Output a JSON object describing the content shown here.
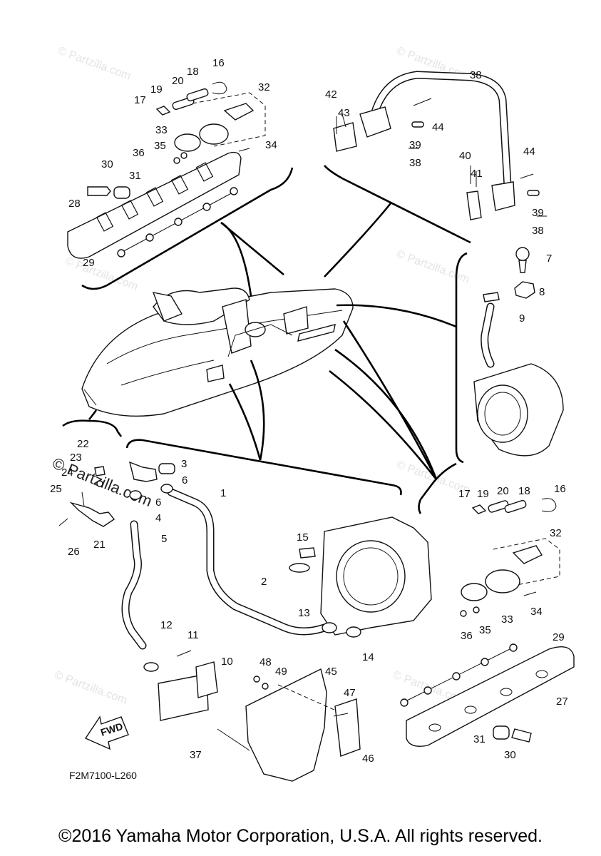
{
  "watermark": "© Partzilla.com",
  "fwd_label": "FWD",
  "diagram_code": "F2M7100-L260",
  "copyright": "©2016 Yamaha Motor Corporation, U.S.A. All rights reserved.",
  "callouts": {
    "c1": "1",
    "c2": "2",
    "c3": "3",
    "c4": "4",
    "c5": "5",
    "c6a": "6",
    "c6b": "6",
    "c7": "7",
    "c8": "8",
    "c9": "9",
    "c10": "10",
    "c11": "11",
    "c12": "12",
    "c13": "13",
    "c14": "14",
    "c15": "15",
    "c16a": "16",
    "c16b": "16",
    "c17a": "17",
    "c17b": "17",
    "c18a": "18",
    "c18b": "18",
    "c19a": "19",
    "c19b": "19",
    "c20a": "20",
    "c20b": "20",
    "c21": "21",
    "c22": "22",
    "c23": "23",
    "c24": "24",
    "c25": "25",
    "c26": "26",
    "c27": "27",
    "c28": "28",
    "c29a": "29",
    "c29b": "29",
    "c30a": "30",
    "c30b": "30",
    "c31a": "31",
    "c31b": "31",
    "c32a": "32",
    "c32b": "32",
    "c33a": "33",
    "c33b": "33",
    "c34a": "34",
    "c34b": "34",
    "c35a": "35",
    "c35b": "35",
    "c36a": "36",
    "c36b": "36",
    "c37": "37",
    "c38": "38",
    "c38b": "38",
    "c38c": "38",
    "c39a": "39",
    "c39b": "39",
    "c40": "40",
    "c41": "41",
    "c42": "42",
    "c43": "43",
    "c44a": "44",
    "c44b": "44",
    "c45": "45",
    "c46": "46",
    "c47": "47",
    "c48": "48",
    "c49": "49"
  }
}
